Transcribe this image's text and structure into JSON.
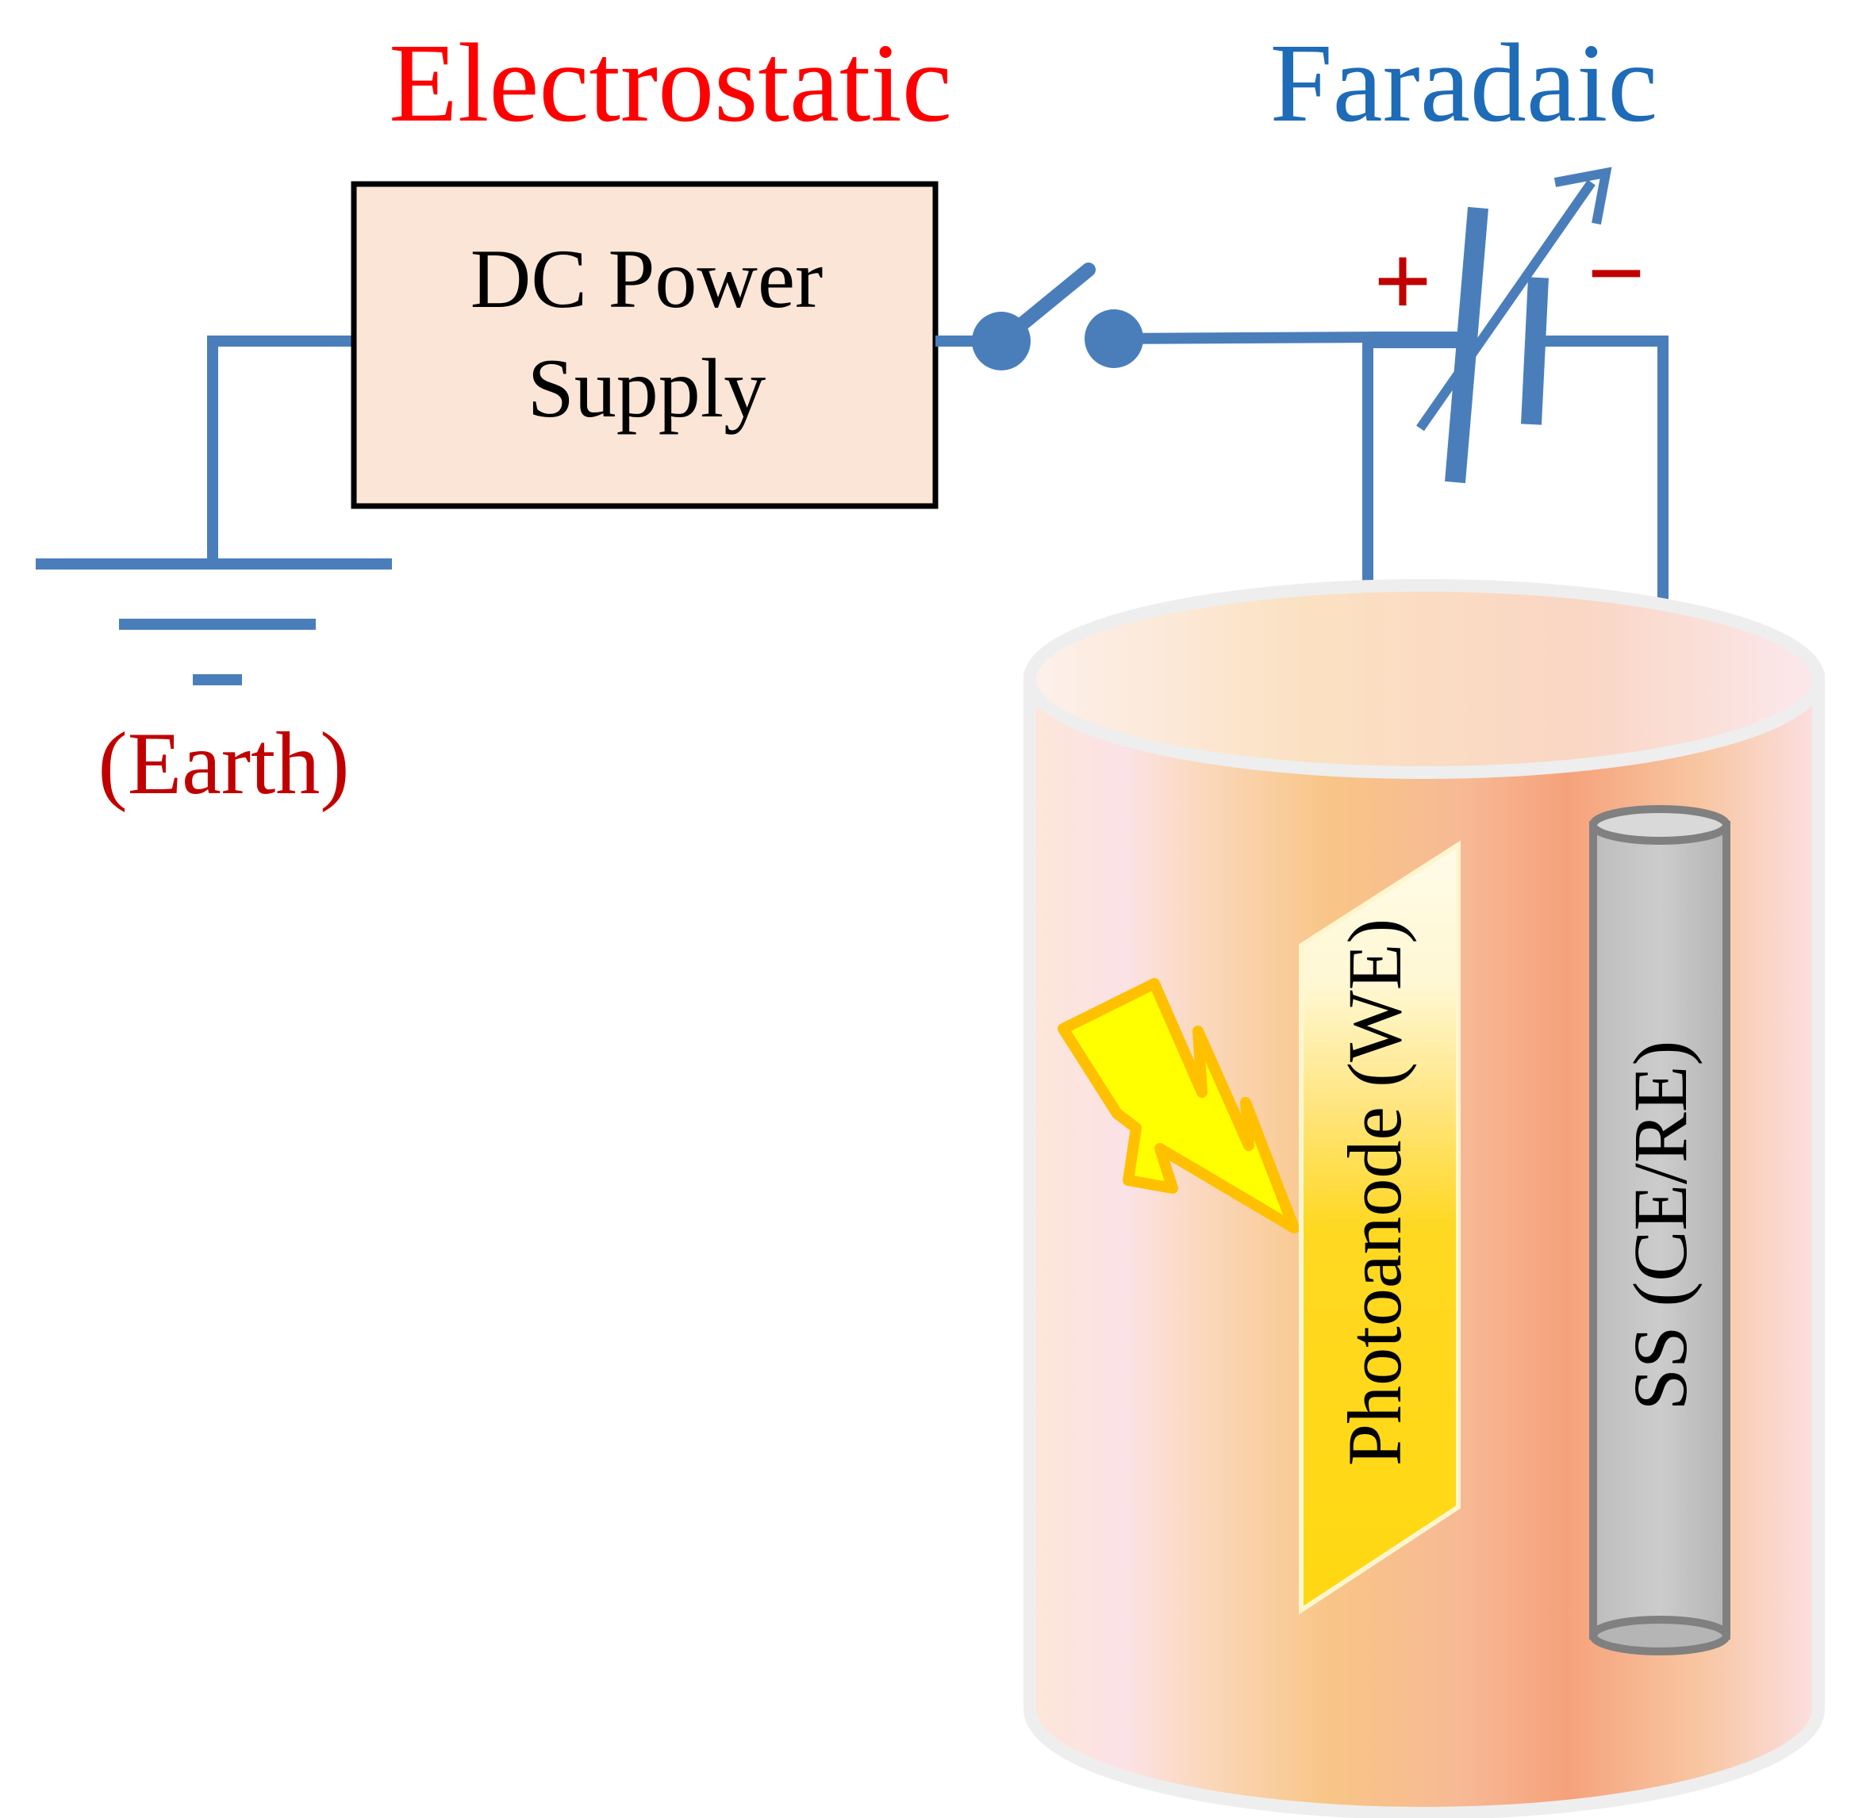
{
  "titles": {
    "electrostatic": "Electrostatic",
    "faradaic": "Faradaic"
  },
  "power_supply": {
    "line1": "DC Power",
    "line2": "Supply"
  },
  "ground": {
    "label": "(Earth)"
  },
  "battery": {
    "plus": "+",
    "minus": "−"
  },
  "electrodes": {
    "working": "Photoanode (WE)",
    "counter": "SS (CE/RE)"
  },
  "colors": {
    "electrostatic": "#ff0000",
    "faradaic": "#1e6bb8",
    "wire": "#4a7ebb",
    "polarity": "#c00000",
    "supply_fill": "#fbe5d6",
    "bolt_fill": "#ffff00",
    "bolt_stroke": "#ffc000",
    "rod_fill": "#c0c0c0",
    "rod_stroke": "#808080"
  }
}
